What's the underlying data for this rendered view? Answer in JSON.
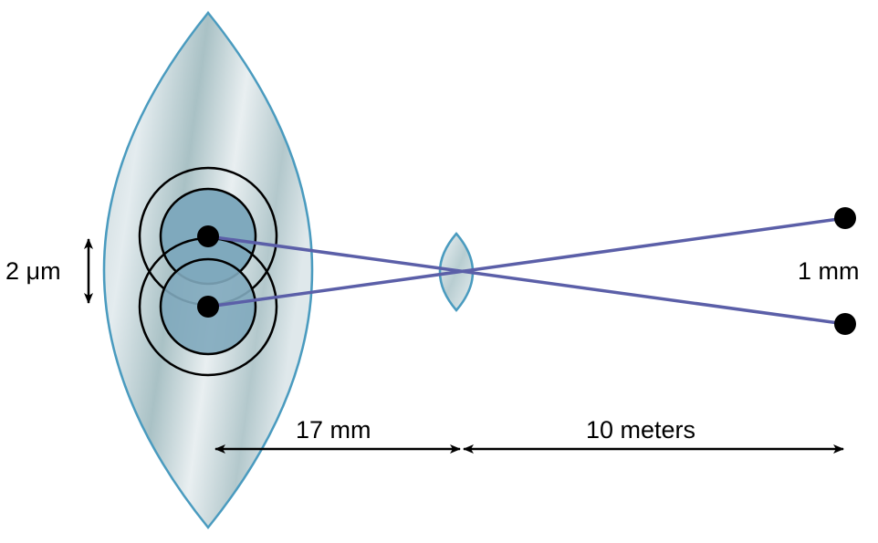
{
  "labels": {
    "spot_separation": "2 μm",
    "object_separation": "1 mm",
    "eye_length": "17 mm",
    "object_distance": "10 meters"
  },
  "colors": {
    "ray": "#5b5fa8",
    "lens_outline": "#4a9bbf",
    "lens_fill_light": "#e7eef1",
    "lens_fill_dark": "#9fb9bd",
    "airy_disk": "#7fa9bd",
    "dot": "#000000"
  }
}
